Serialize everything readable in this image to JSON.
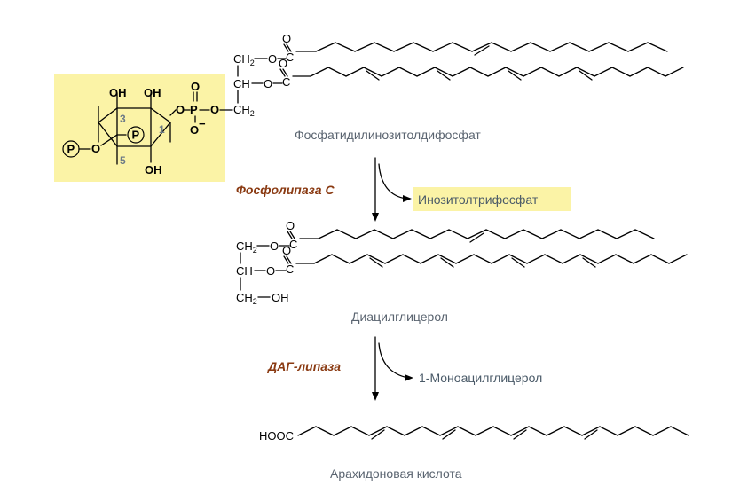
{
  "labels": {
    "pip2": "Фосфатидилинозитолдифосфат",
    "plc": "Фосфолипаза С",
    "ip3": "Инозитолтрифосфат",
    "dag": "Диацилглицерол",
    "dag_lipase": "ДАГ-липаза",
    "mag": "1-Моноацилглицерол",
    "aa": "Арахидоновая кислота"
  },
  "atoms": {
    "oh": "OH",
    "o": "O",
    "p": "P",
    "o_minus": "O",
    "minus": "−",
    "ch": "CH",
    "c": "C",
    "h": "H",
    "sub2": "2",
    "hooc": "HOOC"
  },
  "ring_numbers": {
    "n3": "3",
    "n1": "1",
    "n5": "5"
  },
  "colors": {
    "highlight": "#fbf3a6",
    "enzyme": "#8a3a12",
    "caption": "#5a6470"
  }
}
